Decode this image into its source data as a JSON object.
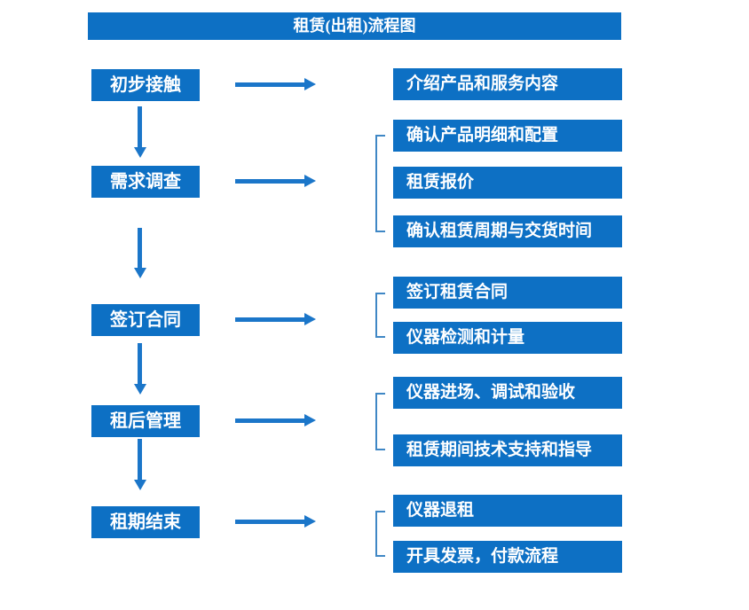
{
  "title": "租赁(出租)流程图",
  "colors": {
    "background": "#ffffff",
    "box_fill": "#0d70c4",
    "arrow": "#1b76c9",
    "bracket": "#3f87c5",
    "text": "#ffffff"
  },
  "flow": {
    "steps": [
      {
        "label": "初步接触",
        "details": [
          "介绍产品和服务内容"
        ]
      },
      {
        "label": "需求调查",
        "details": [
          "确认产品明细和配置",
          "租赁报价",
          "确认租赁周期与交货时间"
        ]
      },
      {
        "label": "签订合同",
        "details": [
          "签订租赁合同",
          "仪器检测和计量"
        ]
      },
      {
        "label": "租后管理",
        "details": [
          "仪器进场、调试和验收",
          "租赁期间技术支持和指导"
        ]
      },
      {
        "label": "租期结束",
        "details": [
          "仪器退租",
          "开具发票，付款流程"
        ]
      }
    ]
  }
}
